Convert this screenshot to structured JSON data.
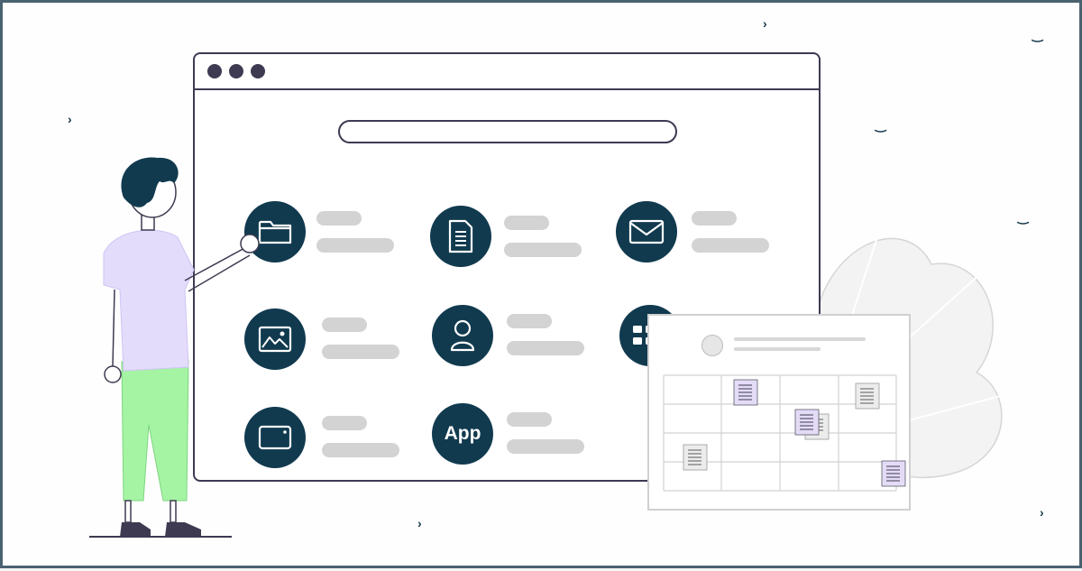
{
  "colors": {
    "accent": "#113a4f",
    "window_outline": "#3e3a52",
    "placeholder_gray": "#d3d3d3",
    "shirt": "#e4dcfb",
    "pants": "#a4f4a4",
    "note_purple": "#e4dcf7",
    "note_gray": "#ececec"
  },
  "browser": {
    "window_controls": [
      "dot",
      "dot",
      "dot"
    ],
    "address_bar": ""
  },
  "apps": [
    {
      "icon": "folder-icon"
    },
    {
      "icon": "document-icon"
    },
    {
      "icon": "mail-icon"
    },
    {
      "icon": "image-icon"
    },
    {
      "icon": "user-icon"
    },
    {
      "icon": "keyboard-icon"
    },
    {
      "icon": "tablet-icon"
    },
    {
      "icon": "app-icon",
      "label": "App"
    }
  ],
  "calendar_card": {
    "rows": 4,
    "columns": 4,
    "notes": [
      "purple",
      "gray",
      "purple",
      "gray",
      "gray",
      "purple"
    ]
  }
}
